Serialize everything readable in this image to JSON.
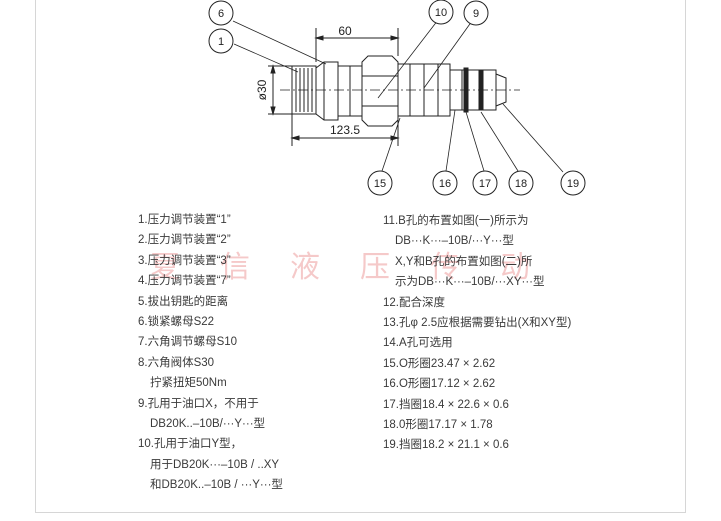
{
  "callouts": [
    "6",
    "1",
    "10",
    "9",
    "15",
    "16",
    "17",
    "18",
    "19"
  ],
  "dimensions": {
    "length_top": "60",
    "diameter": "ø30",
    "length_total": "123.5"
  },
  "watermark_chars": [
    "夏",
    "信",
    "液",
    "压",
    "传",
    "动"
  ],
  "notes_left": [
    {
      "text": "1.压力调节装置“1”"
    },
    {
      "text": "2.压力调节装置“2”"
    },
    {
      "text": "3.压力调节装置“3”"
    },
    {
      "text": "4.压力调节装置“7”"
    },
    {
      "text": "5.拔出钥匙的距离"
    },
    {
      "text": "6.锁紧螺母S22"
    },
    {
      "text": "7.六角调节螺母S10"
    },
    {
      "text": "8.六角阀体S30"
    },
    {
      "text": "拧紧扭矩50Nm",
      "indent": true
    },
    {
      "text": "9.孔用于油口X，不用于"
    },
    {
      "text": "DB20K..–10B/···Y···型",
      "indent": true
    },
    {
      "text": "10.孔用于油口Y型，"
    },
    {
      "text": "用于DB20K···–10B / ..XY",
      "indent": true
    },
    {
      "text": "和DB20K..–10B / ···Y···型",
      "indent": true
    }
  ],
  "notes_right": [
    {
      "text": "11.B孔的布置如图(一)所示为"
    },
    {
      "text": "DB···K···–10B/···Y···型",
      "indent": true
    },
    {
      "text": "X,Y和B孔的布置如图(二)所",
      "indent": true
    },
    {
      "text": "示为DB···K···–10B/···XY···型",
      "indent": true
    },
    {
      "text": "12.配合深度"
    },
    {
      "text": "13.孔φ 2.5应根据需要钻出(X和XY型)"
    },
    {
      "text": "14.A孔可选用"
    },
    {
      "text": "15.O形圈23.47 × 2.62"
    },
    {
      "text": "16.O形圈17.12 × 2.62"
    },
    {
      "text": "17.挡圈18.4 × 22.6 × 0.6"
    },
    {
      "text": "18.0形圈17.17 × 1.78"
    },
    {
      "text": "19.挡圈18.2 × 21.1 × 0.6"
    }
  ]
}
